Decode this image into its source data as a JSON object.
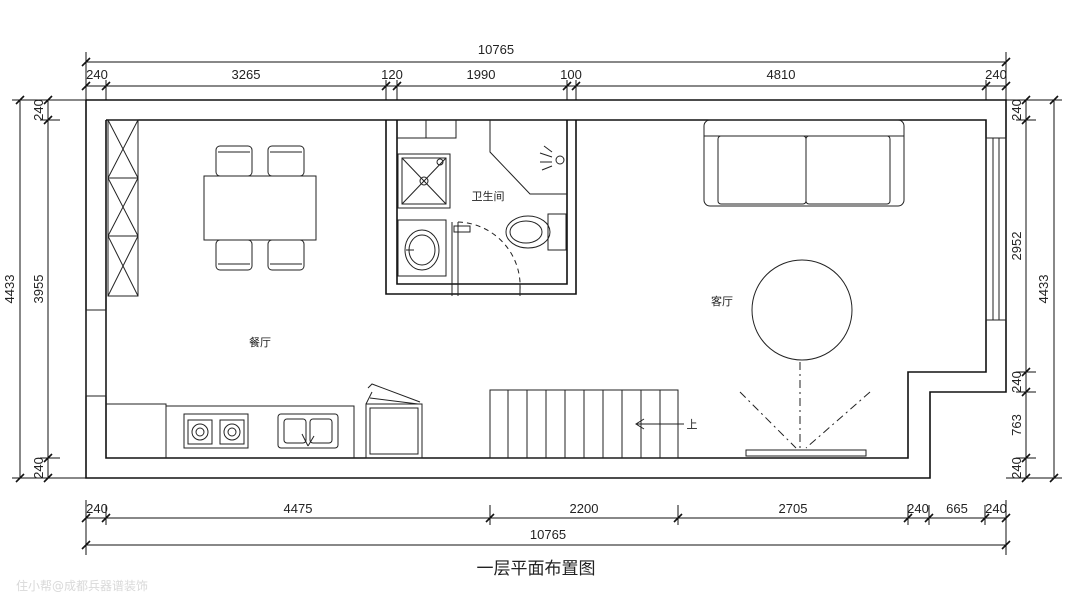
{
  "title": "一层平面布置图",
  "watermark": "住小帮@成都兵器谱装饰",
  "rooms": {
    "dining": "餐厅",
    "bathroom": "卫生间",
    "living": "客厅",
    "stairs_up": "上"
  },
  "top_dims": {
    "total": "10765",
    "segments": [
      "240",
      "3265",
      "120",
      "1990",
      "100",
      "4810",
      "240"
    ]
  },
  "bottom_dims": {
    "total": "10765",
    "segments": [
      "240",
      "4475",
      "2200",
      "2705",
      "240",
      "665",
      "240"
    ]
  },
  "left_dims": {
    "total": "4433",
    "segments": [
      "240",
      "3955",
      "240"
    ]
  },
  "right_dims": {
    "total": "4433",
    "segments": [
      "240",
      "2952",
      "240",
      "763",
      "240"
    ]
  },
  "colors": {
    "line": "#111111",
    "watermark": "#d9d9d9"
  }
}
